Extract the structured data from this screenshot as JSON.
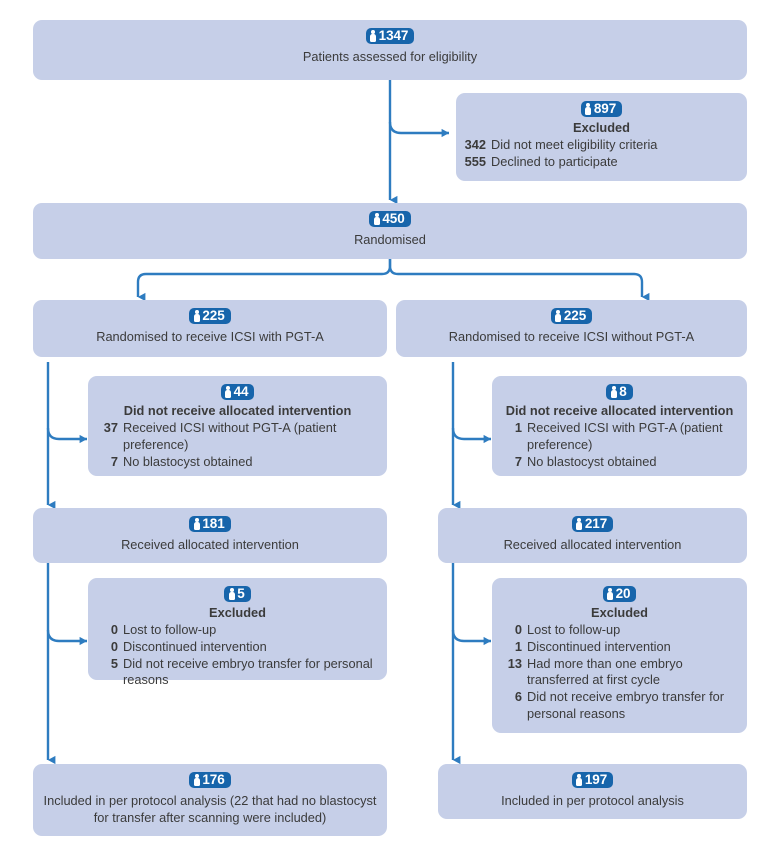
{
  "diagram": {
    "title": "CONSORT participant flow diagram",
    "colors": {
      "box_fill": "#c6cfe8",
      "badge_blue": "#1765ab",
      "connector_blue": "#2e7cc0",
      "text": "#3b3b3b"
    },
    "icon_name": "person-icon"
  },
  "nodes": {
    "assessed": {
      "count": "1347",
      "caption": "Patients assessed for eligibility"
    },
    "excluded_top": {
      "count": "897",
      "heading": "Excluded",
      "reasons": [
        {
          "num": "342",
          "text": "Did not meet eligibility criteria"
        },
        {
          "num": "555",
          "text": "Declined to participate"
        }
      ]
    },
    "randomised": {
      "count": "450",
      "caption": "Randomised"
    },
    "alloc_left": {
      "count": "225",
      "caption": "Randomised to receive ICSI with PGT-A"
    },
    "alloc_right": {
      "count": "225",
      "caption": "Randomised to receive ICSI without PGT-A"
    },
    "notreceived_left": {
      "count": "44",
      "heading": "Did not receive allocated intervention",
      "reasons": [
        {
          "num": "37",
          "text": "Received ICSI without PGT-A (patient preference)"
        },
        {
          "num": "7",
          "text": "No blastocyst obtained"
        }
      ]
    },
    "notreceived_right": {
      "count": "8",
      "heading": "Did not receive allocated intervention",
      "reasons": [
        {
          "num": "1",
          "text": "Received ICSI with PGT-A (patient preference)"
        },
        {
          "num": "7",
          "text": "No blastocyst obtained"
        }
      ]
    },
    "received_left": {
      "count": "181",
      "caption": "Received allocated intervention"
    },
    "received_right": {
      "count": "217",
      "caption": "Received allocated intervention"
    },
    "excluded_left": {
      "count": "5",
      "heading": "Excluded",
      "reasons": [
        {
          "num": "0",
          "text": "Lost to follow-up"
        },
        {
          "num": "0",
          "text": "Discontinued intervention"
        },
        {
          "num": "5",
          "text": "Did not receive embryo transfer for personal reasons"
        }
      ]
    },
    "excluded_right": {
      "count": "20",
      "heading": "Excluded",
      "reasons": [
        {
          "num": "0",
          "text": "Lost to follow-up"
        },
        {
          "num": "1",
          "text": "Discontinued intervention"
        },
        {
          "num": "13",
          "text": "Had more than one embryo transferred at first cycle"
        },
        {
          "num": "6",
          "text": "Did not receive embryo transfer for personal reasons"
        }
      ]
    },
    "included_left": {
      "count": "176",
      "caption": "Included in per protocol analysis (22 that had no blastocyst for transfer after scanning were included)"
    },
    "included_right": {
      "count": "197",
      "caption": "Included in per protocol analysis"
    }
  }
}
